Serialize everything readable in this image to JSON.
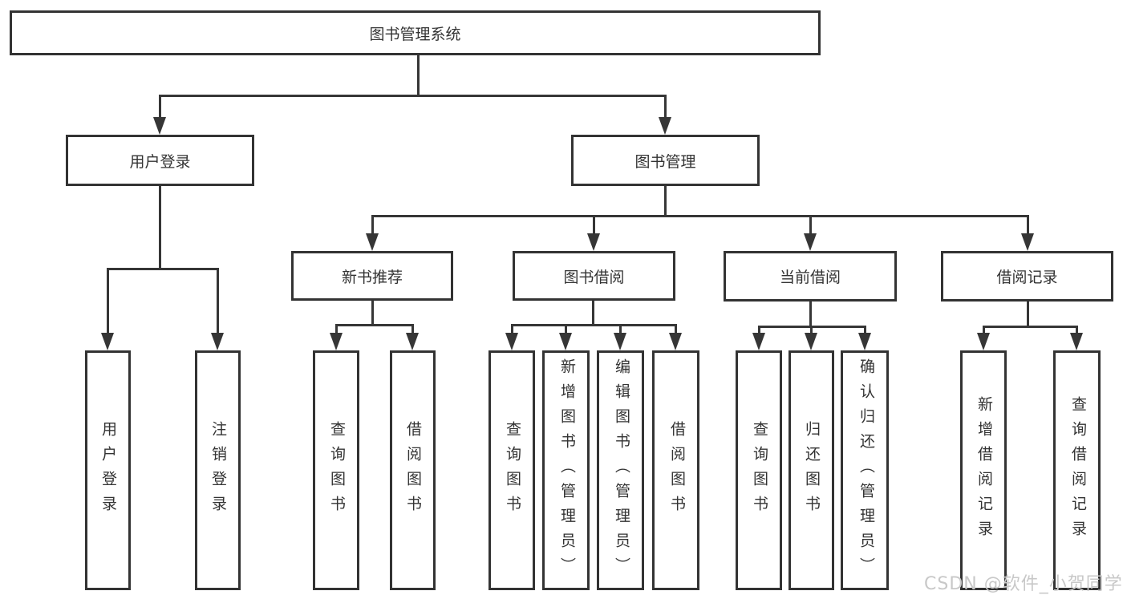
{
  "diagram_title": "图书管理系统",
  "tree": {
    "root": "图书管理系统",
    "level2": [
      {
        "label": "用户登录",
        "leaves": [
          "用户登录",
          "注销登录"
        ]
      },
      {
        "label": "图书管理",
        "children": [
          {
            "label": "新书推荐",
            "leaves": [
              "查询图书",
              "借阅图书"
            ]
          },
          {
            "label": "图书借阅",
            "leaves": [
              "查询图书",
              "新增图书（管理员）",
              "编辑图书（管理员）",
              "借阅图书"
            ]
          },
          {
            "label": "当前借阅",
            "leaves": [
              "查询图书",
              "归还图书",
              "确认归还（管理员）"
            ]
          },
          {
            "label": "借阅记录",
            "leaves": [
              "新增借阅记录",
              "查询借阅记录"
            ]
          }
        ]
      }
    ]
  },
  "watermark": "CSDN @软件_小贺同学",
  "colors": {
    "line": "#363636",
    "box_border": "#333333",
    "text": "#333333",
    "watermark": "#c8c8c8",
    "background": "#ffffff"
  }
}
